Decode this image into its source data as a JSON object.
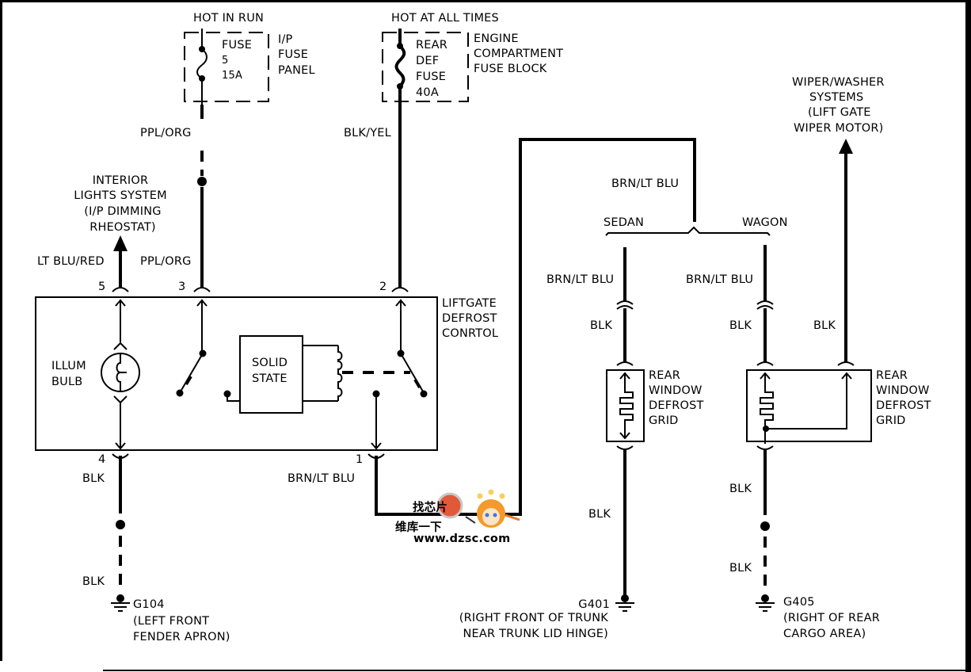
{
  "diagram": {
    "title": "Liftgate / Rear Window Defrost Wiring Schematic",
    "power_sources": [
      {
        "heading": "HOT IN RUN",
        "fuse_lines": [
          "FUSE",
          "5",
          "15A"
        ],
        "location_lines": [
          "I/P",
          "FUSE",
          "PANEL"
        ]
      },
      {
        "heading": "HOT AT ALL TIMES",
        "fuse_lines": [
          "REAR",
          "DEF",
          "FUSE",
          "40A"
        ],
        "location_lines": [
          "ENGINE",
          "COMPARTMENT",
          "FUSE BLOCK"
        ]
      }
    ],
    "wires": {
      "fuse5_upper": "PPL/ORG",
      "fuse5_lower": "PPL/ORG",
      "rear_def_fuse": "BLK/YEL",
      "to_interior_lights": "LT BLU/RED",
      "pin4_upper": "BLK",
      "pin4_lower": "BLK",
      "pin1_out": "BRN/LT BLU",
      "to_split": "BRN/LT BLU",
      "sedan_upper": "BRN/LT BLU",
      "sedan_mid": "BLK",
      "sedan_lower": "BLK",
      "wagon_upper": "BRN/LT BLU",
      "wagon_mid": "BLK",
      "wagon_wiper": "BLK",
      "wagon_lower_1": "BLK",
      "wagon_lower_2": "BLK"
    },
    "interior_lights": [
      "INTERIOR",
      "LIGHTS SYSTEM",
      "(I/P DIMMING",
      "RHEOSTAT)"
    ],
    "wiper_systems": [
      "WIPER/WASHER",
      "SYSTEMS",
      "(LIFT GATE",
      "WIPER MOTOR)"
    ],
    "control_module": {
      "label_lines": [
        "LIFTGATE",
        "DEFROST",
        "CONRTOL"
      ],
      "pins": {
        "p5": "5",
        "p3": "3",
        "p2": "2",
        "p4": "4",
        "p1": "1"
      },
      "illum_bulb": [
        "ILLUM",
        "BULB"
      ],
      "solid_state": [
        "SOLID",
        "STATE"
      ]
    },
    "variants": {
      "sedan": "SEDAN",
      "wagon": "WAGON"
    },
    "defrost_grid": [
      "REAR",
      "WINDOW",
      "DEFROST",
      "GRID"
    ],
    "grounds": [
      {
        "id": "G104",
        "location_lines": [
          "(LEFT FRONT",
          "FENDER APRON)"
        ]
      },
      {
        "id": "G401",
        "location_lines": [
          "(RIGHT FRONT OF TRUNK",
          "NEAR TRUNK LID HINGE)"
        ]
      },
      {
        "id": "G405",
        "location_lines": [
          "(RIGHT OF REAR",
          "CARGO AREA)"
        ]
      }
    ]
  },
  "watermark": {
    "line1": "找芯片",
    "line2": "维库一下",
    "url": "www.dzsc.com",
    "colors": {
      "orange": "#e8a23a",
      "red": "#f0401a"
    }
  }
}
